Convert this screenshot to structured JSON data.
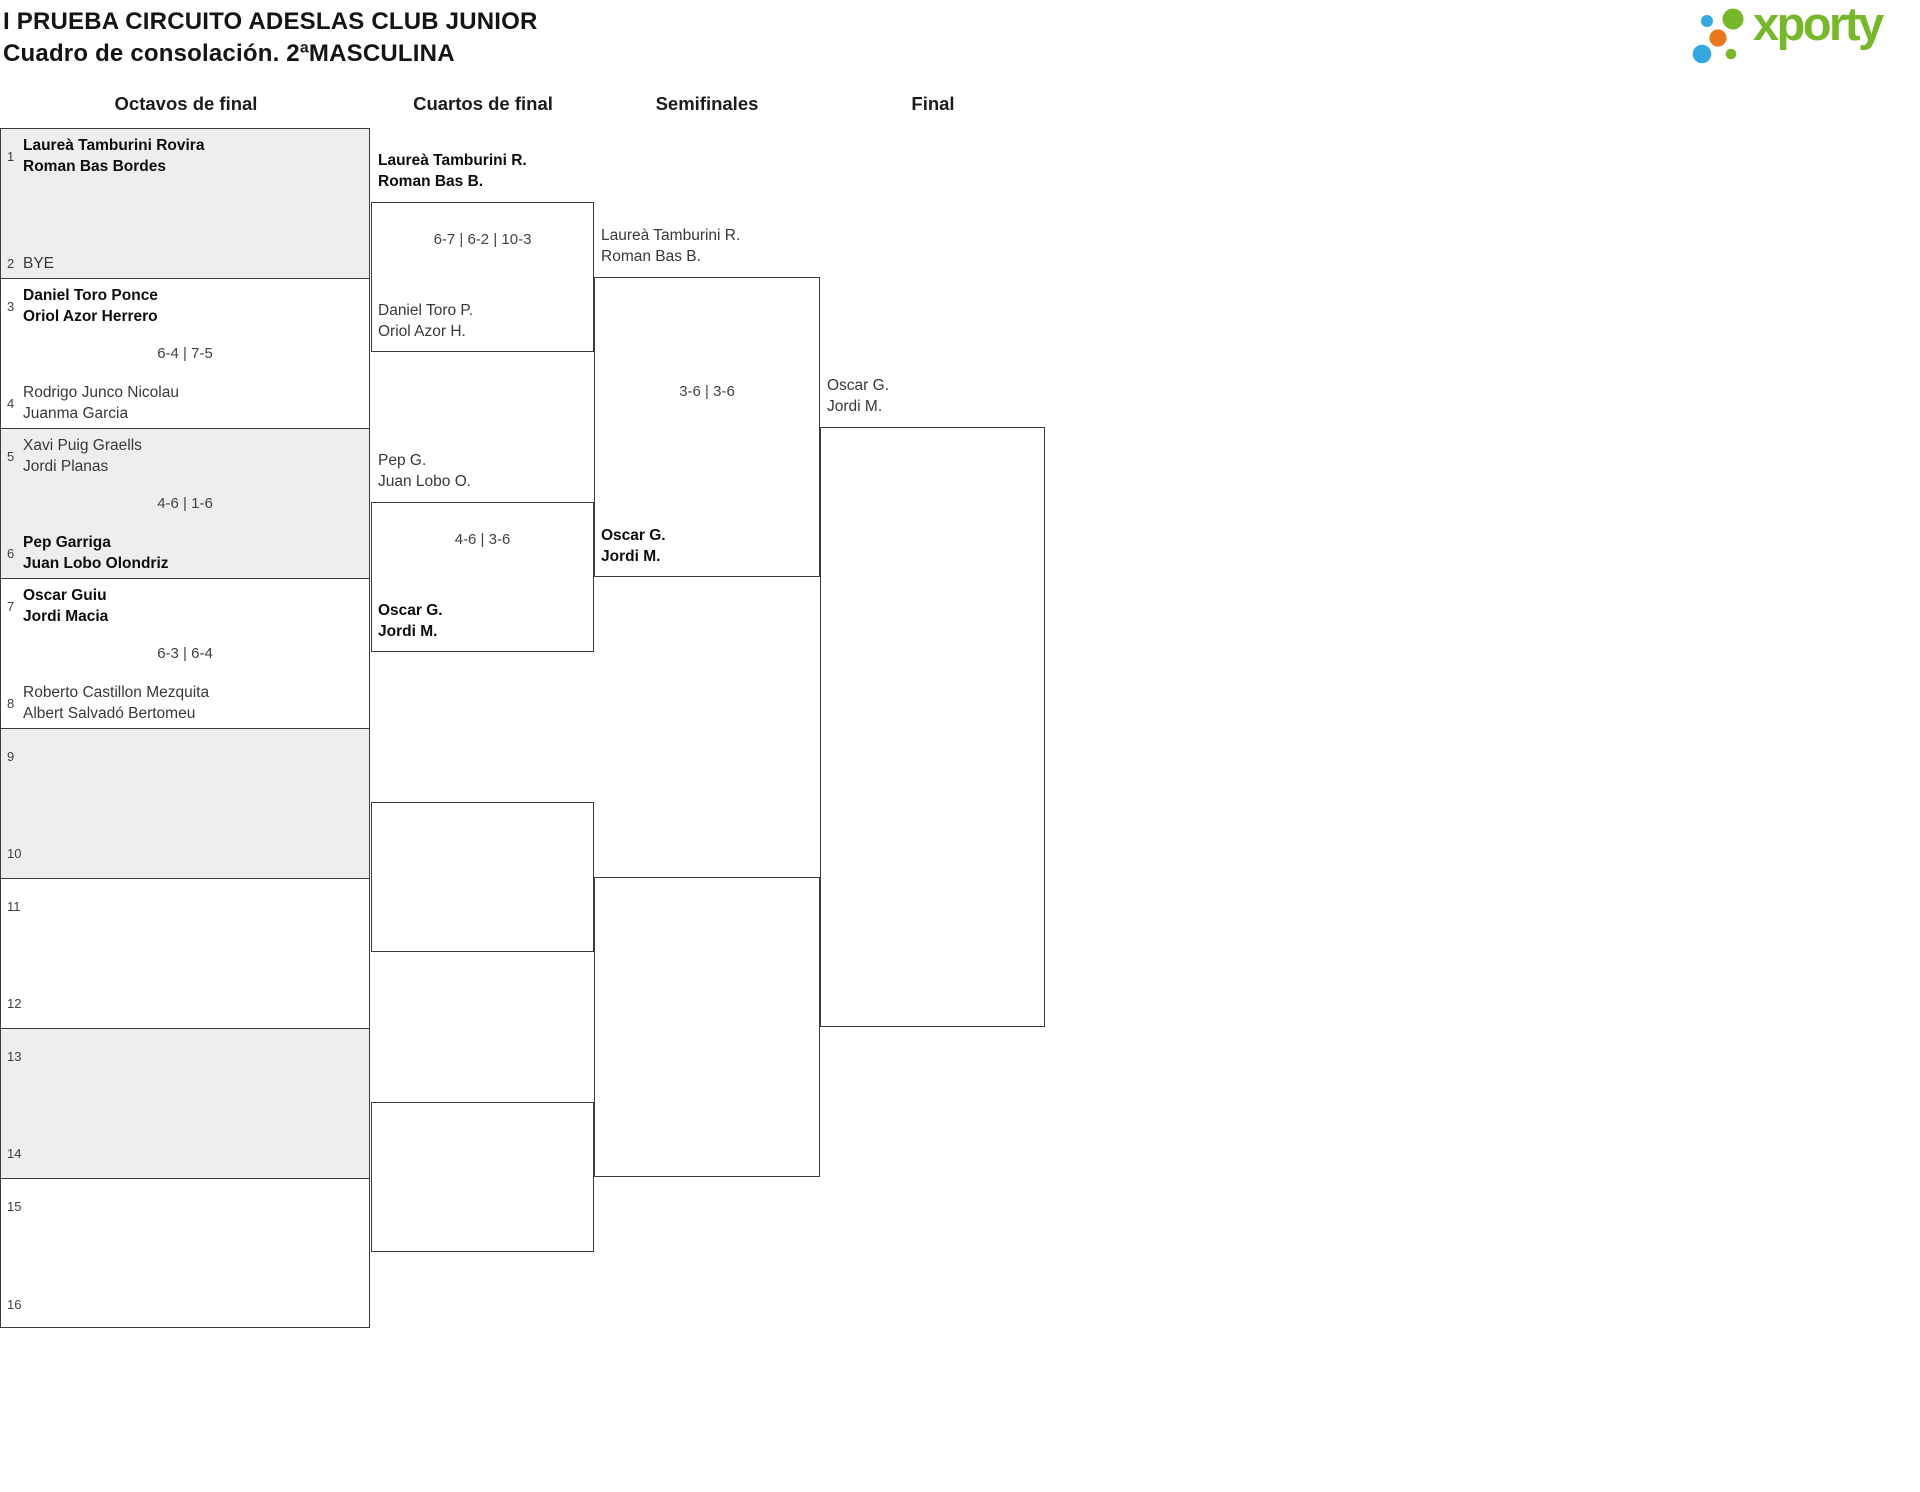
{
  "header": {
    "title_line1": "I PRUEBA CIRCUITO ADESLAS CLUB JUNIOR",
    "title_line2": "Cuadro de consolación. 2ªMASCULINA",
    "logo_text": "xporty"
  },
  "colors": {
    "logo_green": "#76b82a",
    "logo_blue": "#35a8e0",
    "logo_orange": "#e8781e",
    "line": "#3c3c3c",
    "row_shade": "#eeeeee"
  },
  "rounds": [
    "Octavos de final",
    "Cuartos de final",
    "Semifinales",
    "Final"
  ],
  "bracket": {
    "round16": [
      {
        "seed": "1",
        "line1": "Laureà Tamburini Rovira",
        "line2": "Roman Bas Bordes"
      },
      {
        "seed": "2",
        "line1": "BYE",
        "line2": ""
      },
      {
        "seed": "3",
        "line1": "Daniel Toro Ponce",
        "line2": "Oriol Azor Herrero"
      },
      {
        "seed": "4",
        "line1": "Rodrigo Junco Nicolau",
        "line2": "Juanma Garcia"
      },
      {
        "seed": "5",
        "line1": "Xavi Puig Graells",
        "line2": "Jordi Planas"
      },
      {
        "seed": "6",
        "line1": "Pep Garriga",
        "line2": "Juan Lobo Olondriz"
      },
      {
        "seed": "7",
        "line1": "Oscar Guiu",
        "line2": "Jordi Macia"
      },
      {
        "seed": "8",
        "line1": "Roberto Castillon Mezquita",
        "line2": "Albert Salvadó Bertomeu"
      },
      {
        "seed": "9",
        "line1": "",
        "line2": ""
      },
      {
        "seed": "10",
        "line1": "",
        "line2": ""
      },
      {
        "seed": "11",
        "line1": "",
        "line2": ""
      },
      {
        "seed": "12",
        "line1": "",
        "line2": ""
      },
      {
        "seed": "13",
        "line1": "",
        "line2": ""
      },
      {
        "seed": "14",
        "line1": "",
        "line2": ""
      },
      {
        "seed": "15",
        "line1": "",
        "line2": ""
      },
      {
        "seed": "16",
        "line1": "",
        "line2": ""
      }
    ],
    "r16_scores": [
      "",
      "6-4 | 7-5",
      "4-6 | 1-6",
      "6-3 | 6-4",
      "",
      "",
      "",
      ""
    ],
    "quarterfinals": [
      {
        "top1": "Laureà Tamburini R.",
        "top2": "Roman Bas B.",
        "bot1": "Daniel Toro P.",
        "bot2": "Oriol Azor H.",
        "score": "6-7 | 6-2 | 10-3"
      },
      {
        "top1": "Pep G.",
        "top2": "Juan Lobo O.",
        "bot1": "Oscar G.",
        "bot2": "Jordi M.",
        "score": "4-6 | 3-6"
      }
    ],
    "semifinals": [
      {
        "top1": "Laureà Tamburini R.",
        "top2": "Roman Bas B.",
        "bot1": "Oscar G.",
        "bot2": "Jordi M.",
        "score": "3-6 | 3-6"
      }
    ],
    "final": {
      "top1": "Oscar G.",
      "top2": "Jordi M."
    }
  }
}
